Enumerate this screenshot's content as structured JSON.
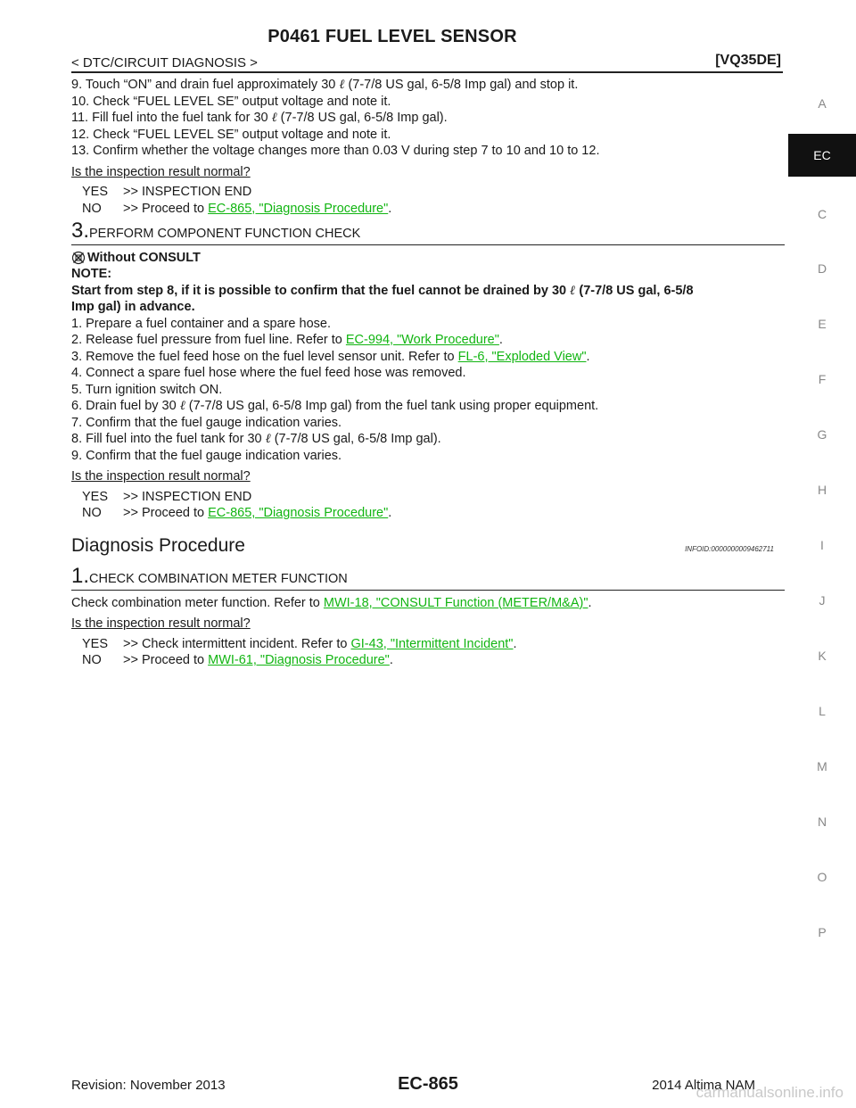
{
  "header": {
    "title": "P0461 FUEL LEVEL SENSOR",
    "section_path": "< DTC/CIRCUIT DIAGNOSIS >",
    "engine": "[VQ35DE]"
  },
  "side_index": [
    "A",
    "EC",
    "C",
    "D",
    "E",
    "F",
    "G",
    "H",
    "I",
    "J",
    "K",
    "L",
    "M",
    "N",
    "O",
    "P"
  ],
  "part1": {
    "steps": [
      {
        "pre": "9.  Touch “ON” and drain fuel approximately 30 ",
        "post": " (7-7/8 US gal, 6-5/8 Imp gal) and stop it."
      },
      {
        "pre": "10.  Check “FUEL LEVEL SE” output voltage and note it.",
        "post": ""
      },
      {
        "pre": "11.  Fill fuel into the fuel tank for 30 ",
        "post": " (7-7/8 US gal, 6-5/8 Imp gal)."
      },
      {
        "pre": "12.  Check “FUEL LEVEL SE” output voltage and note it.",
        "post": ""
      },
      {
        "pre": "13.  Confirm whether the voltage changes more than 0.03 V during step 7 to 10 and 10 to 12.",
        "post": ""
      }
    ],
    "question": "Is the inspection result normal?",
    "yes_tag": "YES",
    "yes_text": ">> INSPECTION END",
    "no_tag": "NO",
    "no_text": ">> Proceed to ",
    "no_link": "EC-865, \"Diagnosis Procedure\""
  },
  "step3": {
    "number": "3.",
    "title": "PERFORM COMPONENT FUNCTION CHECK",
    "mode_label": "Without CONSULT",
    "note_label": "NOTE:",
    "note_pre": "Start from step 8, if it is possible to confirm that the fuel cannot be drained by 30 ",
    "note_post": " (7-7/8 US gal, 6-5/8",
    "note_line2": "Imp gal) in advance.",
    "s1": "1.  Prepare a fuel container and a spare hose.",
    "s2_pre": "2.  Release fuel pressure from fuel line. Refer to ",
    "s2_link": "EC-994, \"Work Procedure\"",
    "s3_pre": "3.  Remove the fuel feed hose on the fuel level sensor unit. Refer to ",
    "s3_link": "FL-6, \"Exploded View\"",
    "s4": "4.  Connect a spare fuel hose where the fuel feed hose was removed.",
    "s5": "5.  Turn ignition switch ON.",
    "s6_pre": "6.  Drain fuel by 30 ",
    "s6_post": " (7-7/8 US gal, 6-5/8 Imp gal) from the fuel tank using proper equipment.",
    "s7": "7.  Confirm that the fuel gauge indication varies.",
    "s8_pre": "8.  Fill fuel into the fuel tank for 30 ",
    "s8_post": " (7-7/8 US gal, 6-5/8 Imp gal).",
    "s9": "9.  Confirm that the fuel gauge indication varies.",
    "question": "Is the inspection result normal?",
    "yes_tag": "YES",
    "yes_text": ">> INSPECTION END",
    "no_tag": "NO",
    "no_text": ">> Proceed to ",
    "no_link": "EC-865, \"Diagnosis Procedure\""
  },
  "diagnosis": {
    "title": "Diagnosis Procedure",
    "info_id": "INFOID:0000000009462711",
    "step_number": "1.",
    "step_title": "CHECK COMBINATION METER FUNCTION",
    "check_pre": "Check combination meter function. Refer to ",
    "check_link": "MWI-18, \"CONSULT Function (METER/M&A)\"",
    "question": "Is the inspection result normal?",
    "yes_tag": "YES",
    "yes_text": ">> Check intermittent incident. Refer to ",
    "yes_link": "GI-43, \"Intermittent Incident\"",
    "no_tag": "NO",
    "no_text": ">> Proceed to ",
    "no_link": "MWI-61, \"Diagnosis Procedure\""
  },
  "liter_symbol": "ℓ",
  "footer": {
    "revision": "Revision: November 2013",
    "page": "EC-865",
    "model": "2014 Altima NAM",
    "watermark": "carmanualsonline.info"
  }
}
